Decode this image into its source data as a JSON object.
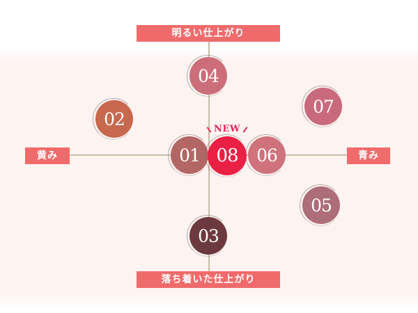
{
  "diagram": {
    "axis_labels": {
      "top": "明るい仕上がり",
      "bottom": "落ち着いた仕上がり",
      "left": "黄み",
      "right": "青み"
    },
    "new_badge": "NEW",
    "swatches": [
      {
        "number": "01",
        "color": "#b26765"
      },
      {
        "number": "02",
        "color": "#c8684f"
      },
      {
        "number": "03",
        "color": "#6c3a3e"
      },
      {
        "number": "04",
        "color": "#cc6e7a"
      },
      {
        "number": "05",
        "color": "#ad6d79"
      },
      {
        "number": "06",
        "color": "#cf727c"
      },
      {
        "number": "07",
        "color": "#c96a7c"
      },
      {
        "number": "08",
        "color": "#ea2045"
      }
    ]
  }
}
